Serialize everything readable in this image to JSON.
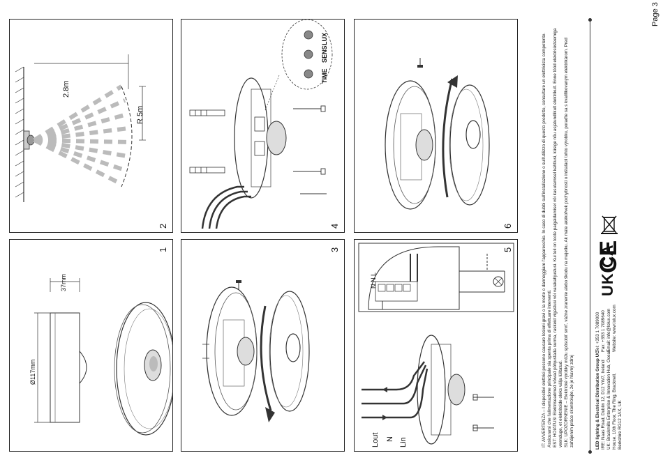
{
  "page": {
    "label": "Page 3"
  },
  "panels": {
    "p1": {
      "number": "1",
      "diameter": "Ø117mm",
      "height": "37mm"
    },
    "p2": {
      "number": "2",
      "distance": "2.8m",
      "radius": "R 5m"
    },
    "p3": {
      "number": "3"
    },
    "p4": {
      "number": "4",
      "ctrl_labels": [
        "TIME",
        "SENS",
        "LUX"
      ]
    },
    "p5": {
      "number": "5",
      "wires": [
        "Lout",
        "N",
        "Lin"
      ],
      "terminals": "N N L"
    },
    "p6": {
      "number": "6"
    }
  },
  "notices": {
    "it": "IT: AVVERTENZA – I dispositivi elettrici possono causare lesioni gravi o la morte o danneggiare l'apparecchio. In caso di dubbi sull'installazione o sull'utilizzo di questo prodotto, consultare un elettricista competente.",
    "it2": "Assicurarsi che l'alimentazione principale sia spenta prima di effettuare interventi.",
    "et": "EST: HOIATUS! Elektriseadmed võivad põhjustada surma, raskeid vigastusi või varakahjustusi. Kui teil on toote paigaldamisel või kasutamisel kahtlusi, küsige nõu asjatundlikult elektrikult. Enne tööd elektrisüsteemiga",
    "et2": "veenduge, et elektritoide oleks välja lülitatud.",
    "sk": "SLK: UPOZORNENIE – Elektrické výrobky môžu spôsobiť smrť, vážne zranenie alebo škodu na majetku. Ak máte akékoľvek pochybnosti o inštalácii tohto výrobku, poraďte sa s kvalifikovaným elektrikárom. Pred",
    "sk2": "zahájením práce skontrolujte, že je hlavný zdroj"
  },
  "company": {
    "name": "LED lighting & Electrical Distribution Group UC",
    "ire": "IRE: Naas Road, Dublin 12, D12 YW7, Ireland",
    "uk": "UK: Brackmills Enterprise & Innovation Hub, Ocean",
    "uk2": "House, 10th Floor, The Ring, Bracknell,",
    "uk3": "Berkshire RG12 1AX, UK",
    "tel": "Tel: +353 1 7089000",
    "fax": "Fax: +353 1 7089640",
    "email": "Email: info@lolux.com",
    "web": "Website: www.lolux.com"
  },
  "marks": {
    "ukca": "UK CA",
    "ce": "CE"
  }
}
